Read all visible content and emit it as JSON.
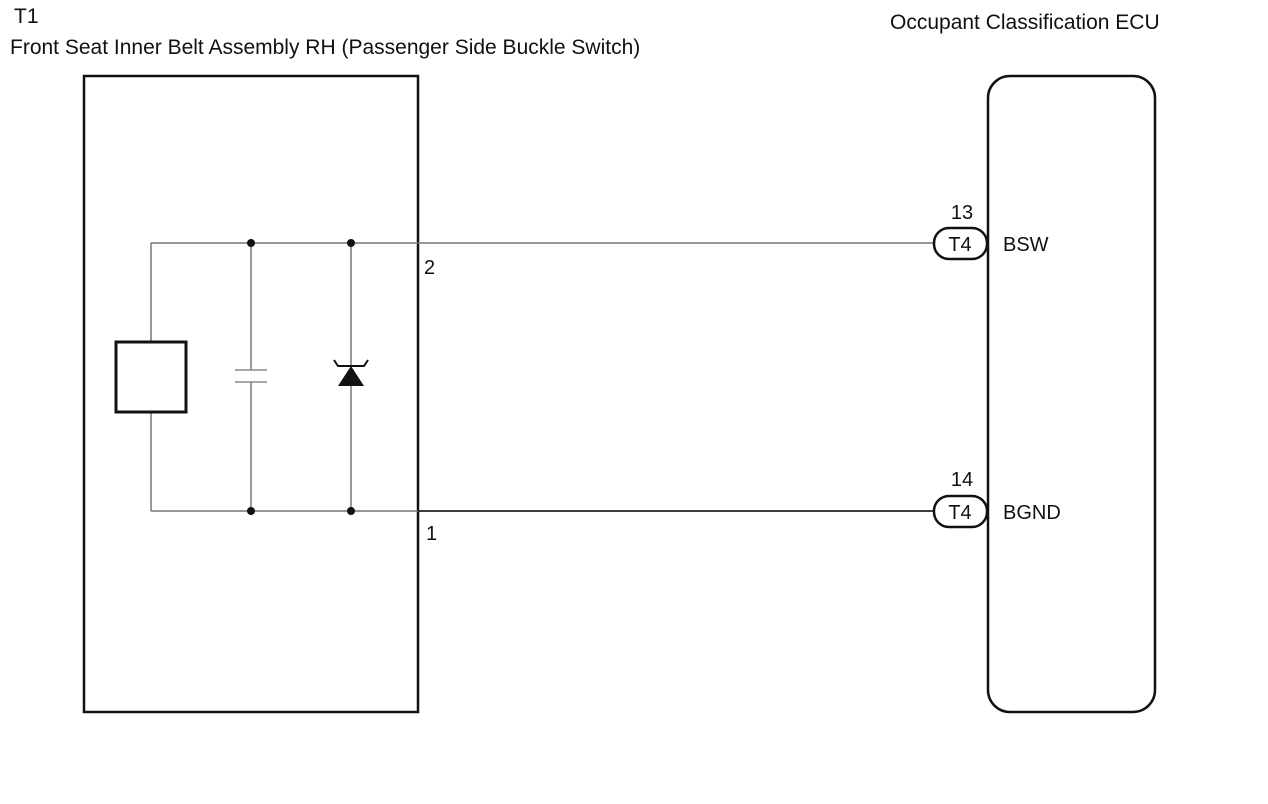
{
  "left_component": {
    "code": "T1",
    "name": "Front Seat Inner Belt Assembly RH (Passenger Side Buckle Switch)",
    "pins": {
      "upper": "2",
      "lower": "1"
    }
  },
  "right_component": {
    "name": "Occupant Classification ECU",
    "terminals": [
      {
        "pin": "13",
        "connector": "T4",
        "signal": "BSW"
      },
      {
        "pin": "14",
        "connector": "T4",
        "signal": "BGND"
      }
    ]
  },
  "colors": {
    "line": "#111111",
    "wire": "#777777",
    "background": "#ffffff"
  }
}
